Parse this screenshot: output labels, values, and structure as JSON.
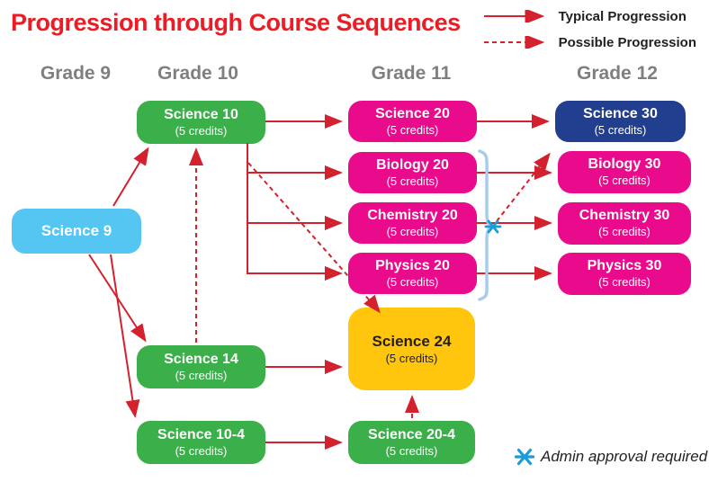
{
  "title": "Progression through Course Sequences",
  "legend": {
    "typical_label": "Typical Progression",
    "possible_label": "Possible Progression"
  },
  "columns": [
    {
      "label": "Grade 9"
    },
    {
      "label": "Grade 10"
    },
    {
      "label": "Grade 11"
    },
    {
      "label": "Grade 12"
    }
  ],
  "courses": {
    "science9": {
      "name": "Science 9"
    },
    "science10": {
      "name": "Science 10",
      "credits": "(5 credits)"
    },
    "science14": {
      "name": "Science 14",
      "credits": "(5 credits)"
    },
    "science104": {
      "name": "Science 10-4",
      "credits": "(5 credits)"
    },
    "science20": {
      "name": "Science 20",
      "credits": "(5 credits)"
    },
    "biology20": {
      "name": "Biology 20",
      "credits": "(5 credits)"
    },
    "chemistry20": {
      "name": "Chemistry 20",
      "credits": "(5 credits)"
    },
    "physics20": {
      "name": "Physics 20",
      "credits": "(5 credits)"
    },
    "science24": {
      "name": "Science 24",
      "credits": "(5 credits)"
    },
    "science204": {
      "name": "Science 20-4",
      "credits": "(5 credits)"
    },
    "science30": {
      "name": "Science 30",
      "credits": "(5 credits)"
    },
    "biology30": {
      "name": "Biology 30",
      "credits": "(5 credits)"
    },
    "chemistry30": {
      "name": "Chemistry 30",
      "credits": "(5 credits)"
    },
    "physics30": {
      "name": "Physics 30",
      "credits": "(5 credits)"
    }
  },
  "footnote": {
    "text": "Admin approval required"
  },
  "colors": {
    "title_red": "#ED1C24",
    "arrow_red": "#D3212D",
    "header_gray": "#7D7F83",
    "box_green": "#3BAF4A",
    "box_magenta": "#EA0A8C",
    "box_lightblue": "#55C5F2",
    "box_navy": "#223F8F",
    "box_yellow": "#FFC60D",
    "bracket_blue": "#A9CBEC",
    "asterisk_blue": "#1B9BD8"
  }
}
